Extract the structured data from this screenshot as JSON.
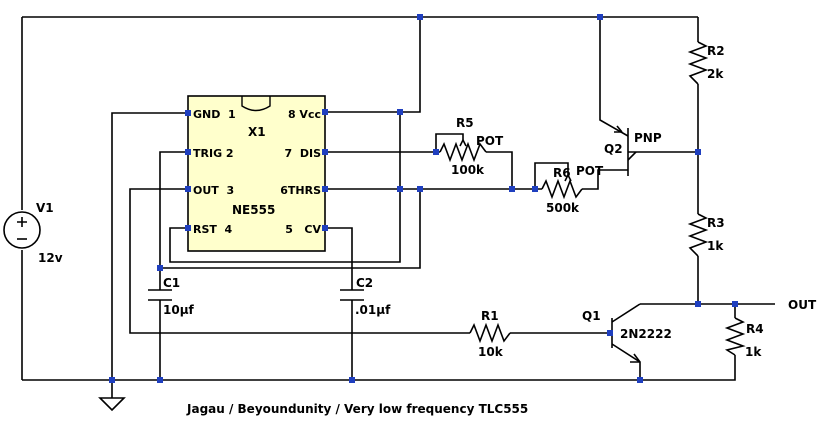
{
  "ic": {
    "ref": "X1",
    "part": "NE555",
    "pins": {
      "p1": "GND  1",
      "p2": "TRIG 2",
      "p3": "OUT  3",
      "p4": "RST  4",
      "p5": "5   CV",
      "p6": "6THRS",
      "p7": "7  DIS",
      "p8": "8 Vcc"
    }
  },
  "components": {
    "v1": {
      "ref": "V1",
      "value": "12v"
    },
    "r1": {
      "ref": "R1",
      "value": "10k"
    },
    "r2": {
      "ref": "R2",
      "value": "2k"
    },
    "r3": {
      "ref": "R3",
      "value": "1k"
    },
    "r4": {
      "ref": "R4",
      "value": "1k"
    },
    "r5": {
      "ref": "R5",
      "value": "100k",
      "type": "POT"
    },
    "r6": {
      "ref": "R6",
      "value": "500k",
      "type": "POT"
    },
    "c1": {
      "ref": "C1",
      "value": "10µf"
    },
    "c2": {
      "ref": "C2",
      "value": ".01µf"
    },
    "q1": {
      "ref": "Q1",
      "value": "2N2222"
    },
    "q2": {
      "ref": "Q2",
      "value": "PNP"
    }
  },
  "output_label": "OUT",
  "caption": "Jagau / Beyoundunity / Very low frequency TLC555"
}
